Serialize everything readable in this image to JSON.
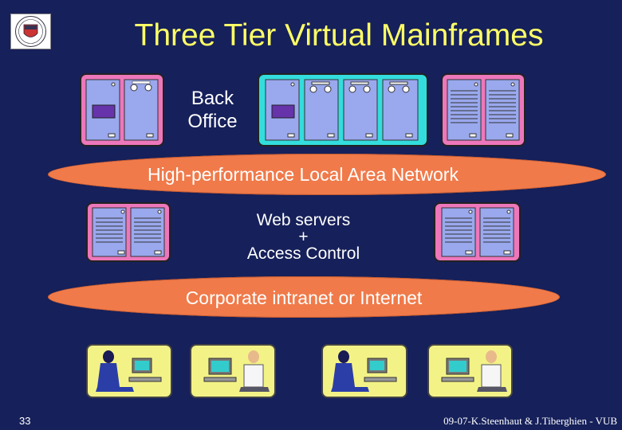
{
  "title": "Three Tier Virtual Mainframes",
  "back_office_label_line1": "Back",
  "back_office_label_line2": "Office",
  "lan_label": "High-performance Local Area Network",
  "web_label_line1": "Web servers",
  "web_label_line2": "+",
  "web_label_line3": "Access Control",
  "internet_label": "Corporate intranet or Internet",
  "page_number": "33",
  "footer_credit": "09-07-K.Steenhaut & J.Tiberghien - VUB",
  "colors": {
    "background": "#16205a",
    "title": "#ffff66",
    "network_ellipse": "#f07a4a",
    "server_pink": "#ee77bb",
    "server_cyan": "#33dddd",
    "user_card": "#f3f287"
  },
  "icons": [
    "university-logo",
    "mainframe-server-icon",
    "web-server-icon",
    "workstation-user-icon"
  ]
}
